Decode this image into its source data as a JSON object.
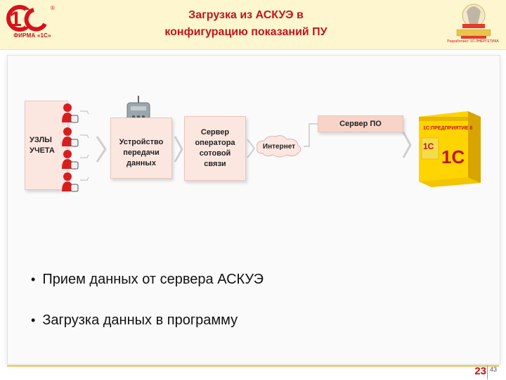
{
  "header": {
    "logo_firm_text": "ФИРМА «1С»",
    "logo_mark_text": "1С",
    "title_line1": "Загрузка из АСКУЭ в",
    "title_line2": "конфигурацию показаний ПУ",
    "partner_caption": "Разработано: 1С-ЭНЕРГЕТИКА"
  },
  "diagram": {
    "nodes_label_line1": "УЗЛЫ",
    "nodes_label_line2": "УЧЕТА",
    "device_label_line1": "Устройство",
    "device_label_line2": "передачи",
    "device_label_line3": "данных",
    "operator_label_line1": "Сервер",
    "operator_label_line2": "оператора",
    "operator_label_line3": "сотовой",
    "operator_label_line4": "связи",
    "internet_label": "Интернет",
    "server_label": "Сервер ПО",
    "product_box_title": "1С:ПРЕДПРИЯТИЕ 8",
    "product_box_mark": "1С"
  },
  "bullets": [
    "Прием данных от сервера АСКУЭ",
    "Загрузка данных в программу"
  ],
  "footer": {
    "page_number": "23",
    "sub_number": "43"
  },
  "colors": {
    "accent_red": "#c2141a",
    "header_bg": "#fdf6cf",
    "box_fill": "#fce7e0",
    "gold": "#e8c44b"
  }
}
